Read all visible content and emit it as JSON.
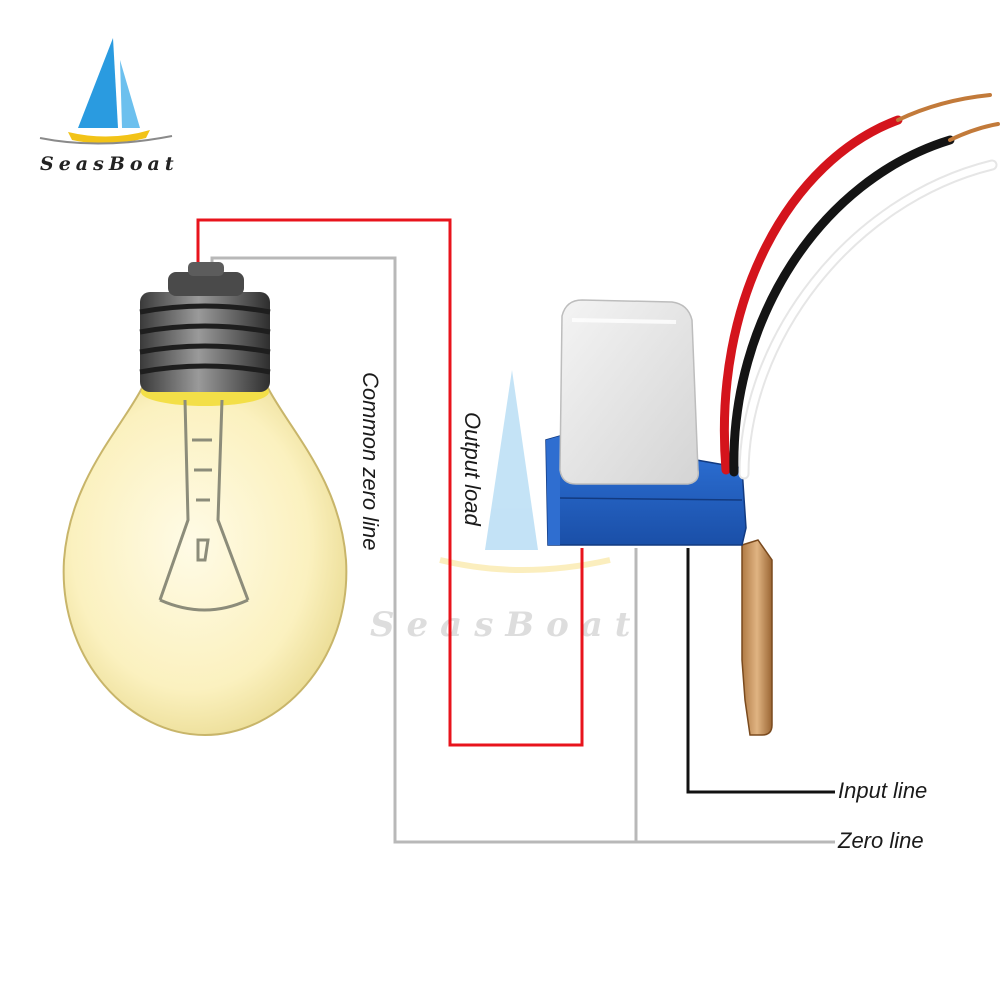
{
  "brand": {
    "name": "SeasBoat",
    "watermark": "SeasBoat"
  },
  "labels": {
    "common_zero_line": "Common zero line",
    "output_load": "Output load",
    "input_line": "Input line",
    "zero_line": "Zero line"
  },
  "colors": {
    "live_wire": "#e8141c",
    "zero_wire": "#b8b8b8",
    "input_wire": "#111111",
    "sensor_base": "#1f5fc4",
    "sail_blue": "#2a9be0",
    "sail_yellow": "#f2c318"
  }
}
